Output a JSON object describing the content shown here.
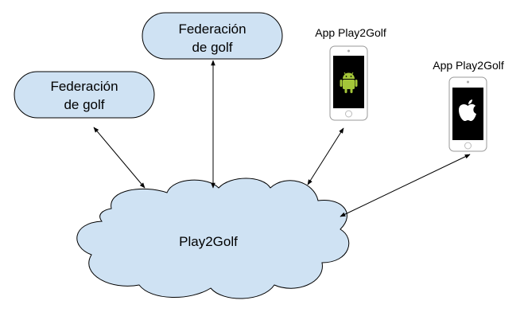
{
  "colors": {
    "node_fill": "#cfe2f3",
    "node_stroke": "#000000",
    "edge": "#000000",
    "phone_body": "#ffffff",
    "phone_screen": "#000000",
    "android_green": "#a4c639",
    "apple_logo": "#ffffff"
  },
  "nodes": {
    "federation_left": {
      "line1": "Federación",
      "line2": "de golf"
    },
    "federation_top": {
      "line1": "Federación",
      "line2": "de golf"
    },
    "cloud": {
      "label": "Play2Golf"
    },
    "android_app": {
      "label": "App Play2Golf",
      "icon": "android-icon"
    },
    "ios_app": {
      "label": "App Play2Golf",
      "icon": "apple-icon"
    }
  },
  "edges": [
    {
      "from": "federation_left",
      "to": "cloud",
      "style": "double-arrow"
    },
    {
      "from": "federation_top",
      "to": "cloud",
      "style": "double-arrow"
    },
    {
      "from": "android_app",
      "to": "cloud",
      "style": "double-arrow"
    },
    {
      "from": "ios_app",
      "to": "cloud",
      "style": "double-arrow"
    }
  ]
}
